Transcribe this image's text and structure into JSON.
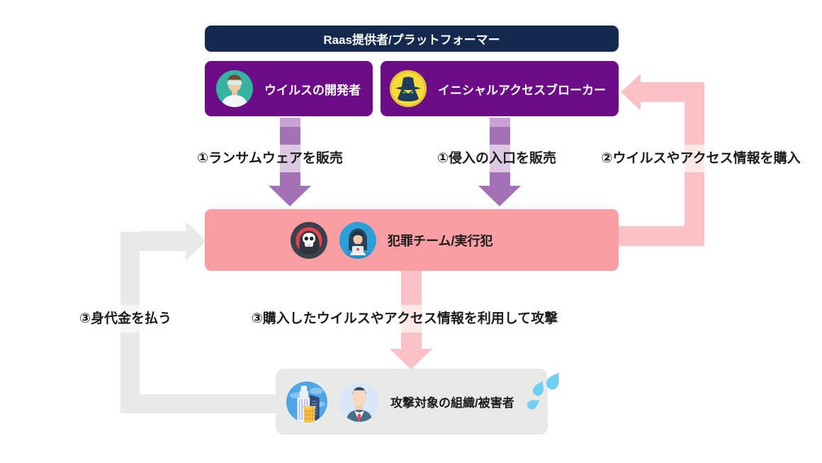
{
  "header": {
    "label": "Raas提供者/プラットフォーマー",
    "bg": "#13294E"
  },
  "nodes": {
    "developer": {
      "label": "ウイルスの開発者",
      "icon": "developer-avatar-icon",
      "bg": "#6C0C86"
    },
    "broker": {
      "label": "イニシャルアクセスブローカー",
      "icon": "spy-icon",
      "bg": "#6C0C86"
    },
    "crime_team": {
      "label": "犯罪チーム/実行犯",
      "icons": [
        "grim-reaper-icon",
        "hacker-icon"
      ],
      "bg": "#F99EA3"
    },
    "victim": {
      "label": "攻撃対象の組織/被害者",
      "icons": [
        "city-buildings-icon",
        "businessman-icon"
      ],
      "decoration": "sweat-drops-icon",
      "bg": "#E9E9E7"
    }
  },
  "edge_labels": {
    "sell_ransomware": "①ランサムウェアを販売",
    "sell_entry": "①侵入の入口を販売",
    "purchase_info": "②ウイルスやアクセス情報を購入",
    "attack": "③購入したウイルスやアクセス情報を利用して攻撃",
    "pay_ransom": "③身代金を払う"
  },
  "colors": {
    "purple_arrow": "#A470B6",
    "purple_arrow_stub": "#C9A2D4",
    "pink_arrow": "#FAC2C5",
    "gray_arrow": "#E9E9E7",
    "label_band": "rgba(255,255,255,0.62)",
    "label_text": "#1B1B1B"
  }
}
